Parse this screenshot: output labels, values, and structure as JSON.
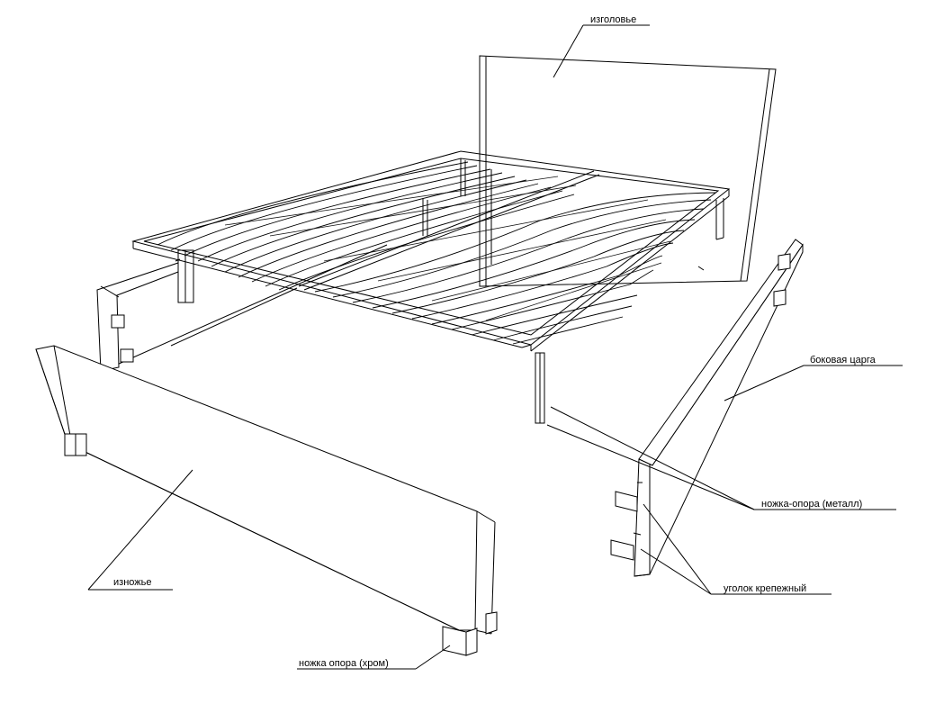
{
  "labels": {
    "headboard": "изголовье",
    "side_rail": "боковая царга",
    "leg_metal": "ножка-опора (металл)",
    "corner_bracket": "уголок крепежный",
    "footboard": "изножье",
    "leg_chrome": "ножка опора (хром)"
  }
}
